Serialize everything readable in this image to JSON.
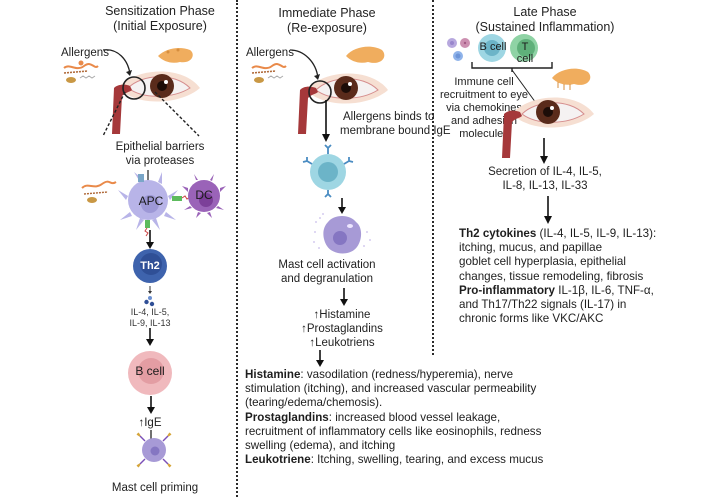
{
  "figure": {
    "phases": [
      {
        "id": "sensitization",
        "title_line1": "Sensitization Phase",
        "title_line2": "(Initial Exposure)",
        "allergens_label": "Allergens",
        "barrier_line1": "Epithelial barriers",
        "barrier_line2": "via proteases",
        "apc_label": "APC",
        "dc_label": "DC",
        "th2_label": "Th2",
        "cytokines_line1": "IL-4, IL-5,",
        "cytokines_line2": "IL-9, IL-13",
        "bcell_label": "B cell",
        "ige_label": "↑IgE",
        "outcome_label": "Mast cell priming"
      },
      {
        "id": "immediate",
        "title_line1": "Immediate Phase",
        "title_line2": "(Re-exposure)",
        "allergens_label": "Allergens",
        "binding_line1": "Allergens binds to",
        "binding_line2": "membrane bound IgE",
        "activation_line1": "Mast cell activation",
        "activation_line2": "and degranulation",
        "mediators": [
          "↑Histamine",
          "↑Prostaglandins",
          "↑Leukotriens"
        ],
        "effects": [
          {
            "term": "Histamine",
            "lines": [
              ": vasodilation (redness/hyperemia), nerve",
              "stimulation (itching), and increased vascular permeability",
              "(tearing/edema/chemosis)."
            ]
          },
          {
            "term": "Prostaglandins",
            "lines": [
              ": increased blood vessel leakage,",
              "recruitment of inflammatory cells like eosinophils, redness",
              "swelling (edema), and itching"
            ]
          },
          {
            "term": "Leukotriene",
            "lines": [
              ": Itching, swelling, tearing, and excess mucus"
            ]
          }
        ]
      },
      {
        "id": "late",
        "title_line1": "Late Phase",
        "title_line2": "(Sustained Inflammation)",
        "bcell_label": "B cell",
        "tcell_label": "T cell",
        "recruitment_lines": [
          "Immune cell",
          "recruitment to eye",
          "via chemokines",
          "and adhesion",
          "molecules"
        ],
        "secretion_line1": "Secretion of IL-4, IL-5,",
        "secretion_line2": "IL-8, IL-13, IL-33",
        "th2_term": "Th2 cytokines",
        "th2_lines": [
          " (IL-4, IL-5, IL-9, IL-13):",
          "itching, mucus, and papillae",
          "goblet cell hyperplasia, epithelial",
          "changes, tissue remodeling, fibrosis"
        ],
        "proinf_term": "Pro-inflammatory",
        "proinf_lines": [
          " IL-1β, IL-6, TNF-α,",
          "and Th17/Th22 signals (IL-17) in",
          "chronic forms like VKC/AKC"
        ]
      }
    ],
    "colors": {
      "apc": "#b8b4e8",
      "dc": "#9a63b8",
      "th2": "#3e63ad",
      "bcell": "#f0b9bd",
      "mast_cell": "#a79ad6",
      "basophil": "#9ed6e3",
      "tcell": "#8fd3a5",
      "allergen_orange": "#e98a4a",
      "gland": "#f0ad5e",
      "iris": "#5a2b1b",
      "tear_duct": "#a5383a"
    }
  }
}
